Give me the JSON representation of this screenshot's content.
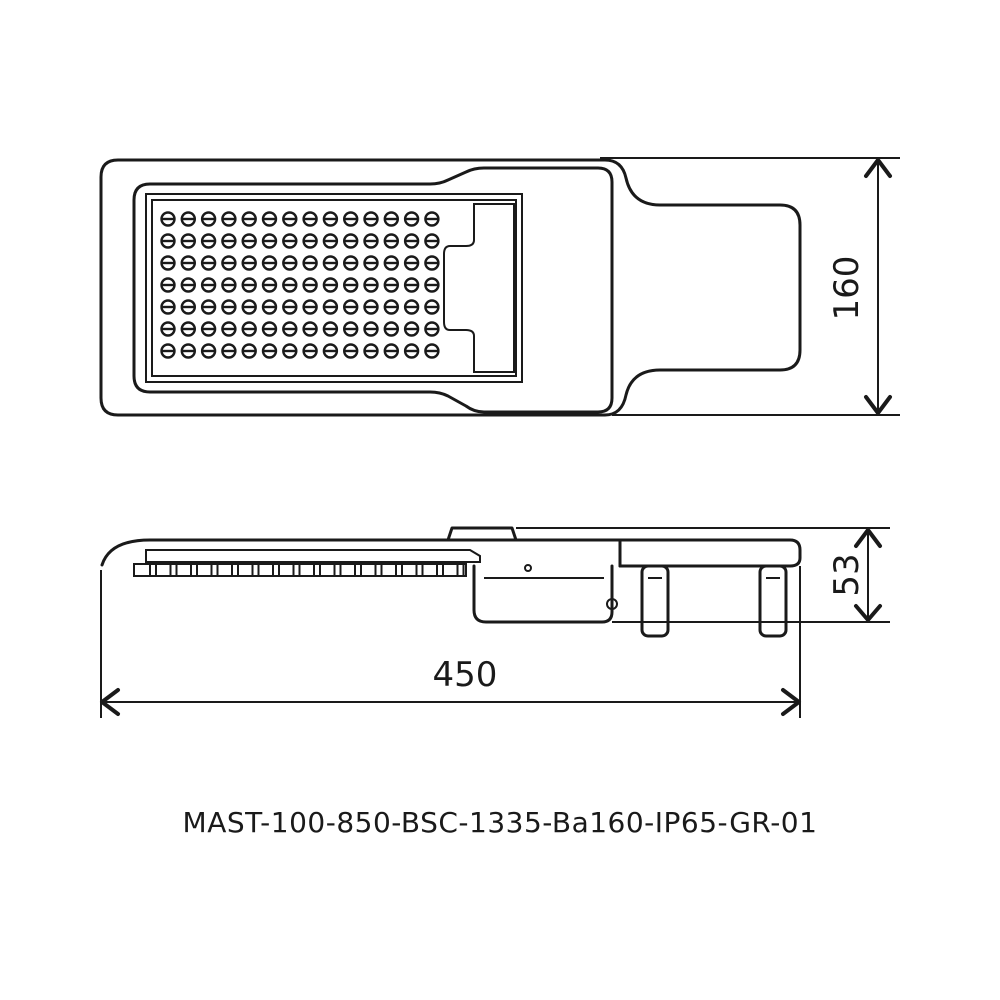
{
  "dimensions": {
    "height_top_view": "160",
    "height_side_view": "53",
    "length": "450"
  },
  "model_code": "MAST-100-850-BSC-1335-Ba160-IP65-GR-01",
  "led_grid": {
    "rows": 7,
    "cols": 14,
    "last_row_count": 14
  },
  "colors": {
    "line": "#1a1a1a",
    "background": "#ffffff"
  }
}
